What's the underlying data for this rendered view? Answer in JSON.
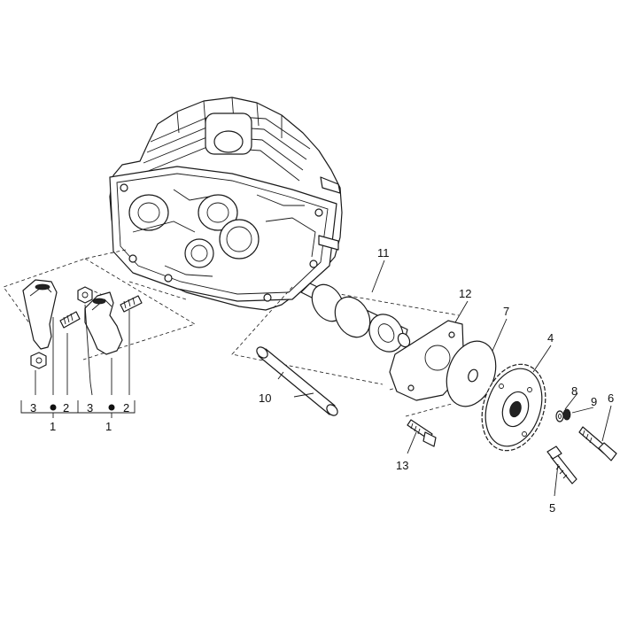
{
  "callouts": {
    "c1a": "1",
    "c1b": "1",
    "c2a": "2",
    "c2b": "2",
    "c3a": "3",
    "c3b": "3",
    "c4": "4",
    "c5": "5",
    "c6": "6",
    "c7": "7",
    "c8": "8",
    "c9": "9",
    "c10": "10",
    "c11": "11",
    "c12": "12",
    "c13": "13"
  },
  "colors": {
    "line": "#1a1a1a",
    "background": "#ffffff"
  }
}
